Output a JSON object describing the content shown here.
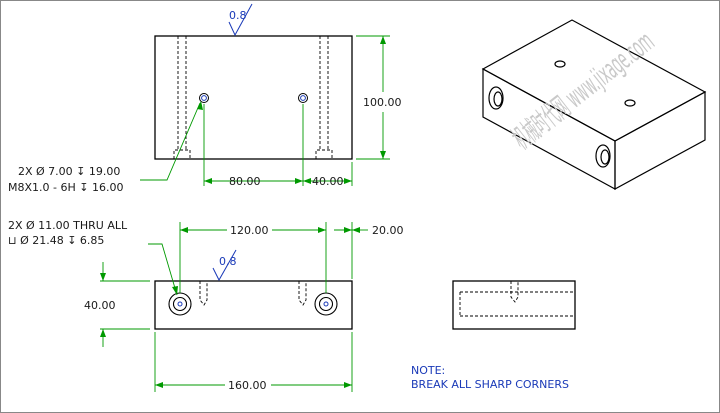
{
  "colors": {
    "outline": "#000000",
    "dimension": "#009900",
    "annotation": "#1a3ab8",
    "watermark": "#c9c9c9"
  },
  "top_view": {
    "finish": "0.8",
    "dim_height": "100.00",
    "dim_hole_spacing": "80.00",
    "dim_edge_offset": "40.00",
    "hole_callout_line1": "2X Ø 7.00 ↧ 19.00",
    "hole_callout_line2": "M8X1.0 - 6H ↧ 16.00"
  },
  "front_view": {
    "finish": "0.8",
    "dim_hole_spacing": "120.00",
    "dim_edge_offset": "20.00",
    "dim_height": "40.00",
    "dim_width": "160.00",
    "hole_callout_line1": "2X Ø 11.00 THRU ALL",
    "hole_callout_line2": "⊔ Ø 21.48 ↧ 6.85"
  },
  "note": {
    "title": "NOTE:",
    "text": "BREAK ALL SHARP CORNERS"
  },
  "watermark": "机械时代网 www.jixage.com"
}
